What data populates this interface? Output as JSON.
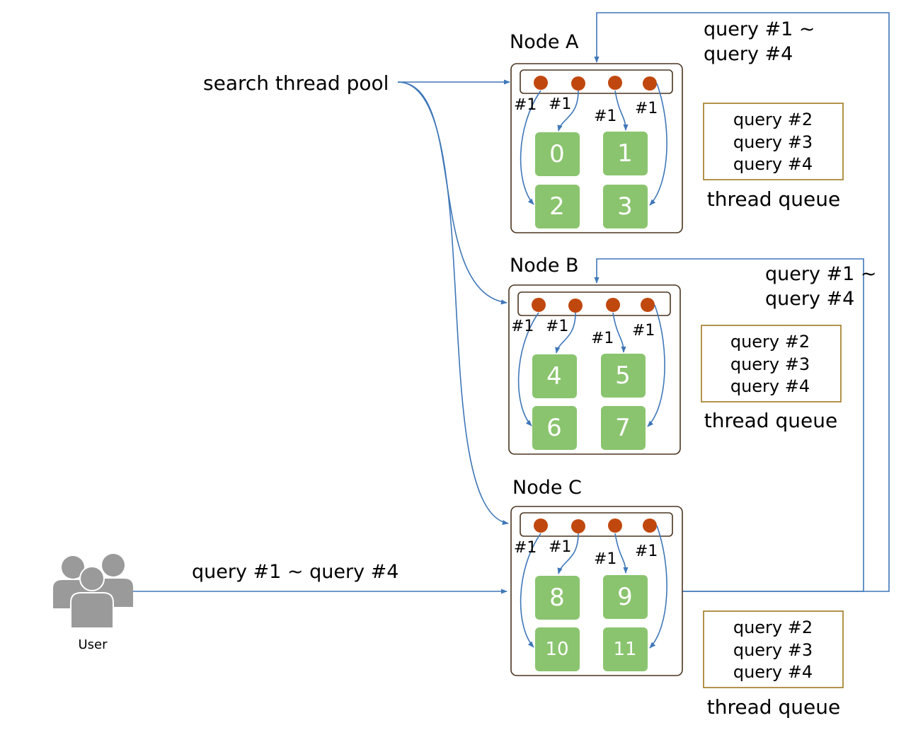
{
  "pool_label": "search thread pool",
  "user_label": "User",
  "user_query_label": "query #1 ~ query #4",
  "nodes": [
    {
      "title": "Node A",
      "shards": [
        "0",
        "1",
        "2",
        "3"
      ],
      "thread_labels": [
        "#1",
        "#1",
        "#1",
        "#1"
      ],
      "incoming_label": [
        "query #1 ~",
        "query #4"
      ],
      "queue": [
        "query #2",
        "query #3",
        "query #4"
      ],
      "queue_title": "thread queue"
    },
    {
      "title": "Node B",
      "shards": [
        "4",
        "5",
        "6",
        "7"
      ],
      "thread_labels": [
        "#1",
        "#1",
        "#1",
        "#1"
      ],
      "incoming_label": [
        "query #1 ~",
        "query #4"
      ],
      "queue": [
        "query #2",
        "query #3",
        "query #4"
      ],
      "queue_title": "thread queue"
    },
    {
      "title": "Node C",
      "shards": [
        "8",
        "9",
        "10",
        "11"
      ],
      "thread_labels": [
        "#1",
        "#1",
        "#1",
        "#1"
      ],
      "queue": [
        "query #2",
        "query #3",
        "query #4"
      ],
      "queue_title": "thread queue"
    }
  ],
  "colors": {
    "arrow": "#3f77b8",
    "thread_dot": "#c0480e",
    "shard": "#8ac46e",
    "node_border": "#4a3520",
    "queue_border": "#a07820",
    "user_icon": "#9a9a9a"
  }
}
